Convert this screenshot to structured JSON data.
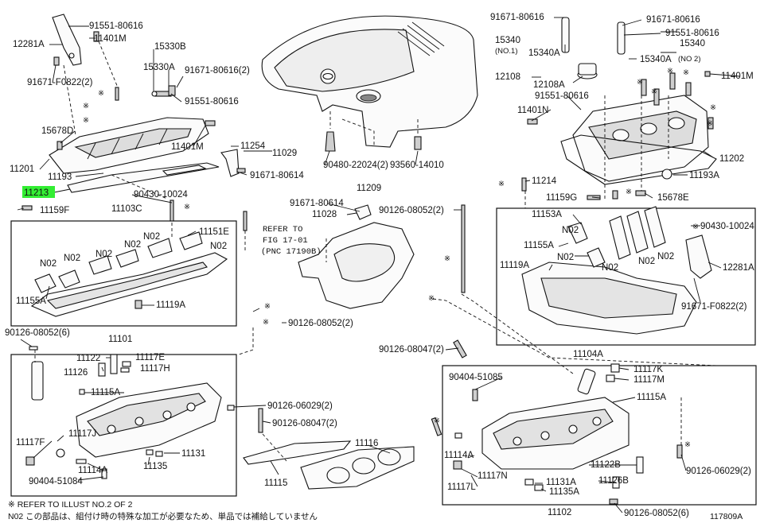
{
  "highlight": "11213",
  "highlight_color": "#33ee33",
  "labels": [
    {
      "id": "12281A-l",
      "text": "12281A"
    },
    {
      "id": "91551-80616-a",
      "text": "91551-80616"
    },
    {
      "id": "11401M-a",
      "text": "11401M"
    },
    {
      "id": "15330B",
      "text": "15330B"
    },
    {
      "id": "15330A",
      "text": "15330A"
    },
    {
      "id": "91671-80616-a",
      "text": "91671-80616(2)"
    },
    {
      "id": "91671-F0822-l",
      "text": "91671-F0822(2)"
    },
    {
      "id": "91551-80616-b",
      "text": "91551-80616"
    },
    {
      "id": "15678D",
      "text": "15678D"
    },
    {
      "id": "11401M-b",
      "text": "11401M"
    },
    {
      "id": "11254",
      "text": "11254"
    },
    {
      "id": "11029",
      "text": "11029"
    },
    {
      "id": "11201",
      "text": "11201"
    },
    {
      "id": "11193",
      "text": "11193"
    },
    {
      "id": "91671-80614-a",
      "text": "91671-80614"
    },
    {
      "id": "11213",
      "text": "11213"
    },
    {
      "id": "90430-10024-a",
      "text": "90430-10024"
    },
    {
      "id": "11159F",
      "text": "11159F"
    },
    {
      "id": "11103C",
      "text": "11103C"
    },
    {
      "id": "11151E",
      "text": "11151E"
    },
    {
      "id": "N02-a",
      "text": "N02"
    },
    {
      "id": "N02-b",
      "text": "N02"
    },
    {
      "id": "N02-c",
      "text": "N02"
    },
    {
      "id": "N02-d",
      "text": "N02"
    },
    {
      "id": "N02-e",
      "text": "N02"
    },
    {
      "id": "N02-f",
      "text": "N02"
    },
    {
      "id": "11155A-l",
      "text": "11155A"
    },
    {
      "id": "11119A-l",
      "text": "11119A"
    },
    {
      "id": "90480-22024",
      "text": "90480-22024(2)"
    },
    {
      "id": "93560-14010",
      "text": "93560-14010"
    },
    {
      "id": "11209",
      "text": "11209"
    },
    {
      "id": "91671-80614-b",
      "text": "91671-80614"
    },
    {
      "id": "11028",
      "text": "11028"
    },
    {
      "id": "90126-08052-a",
      "text": "90126-08052(2)"
    },
    {
      "id": "90126-08052-b",
      "text": "90126-08052(6)"
    },
    {
      "id": "90126-08052-c",
      "text": "90126-08052(2)"
    },
    {
      "id": "11101",
      "text": "11101"
    },
    {
      "id": "11122",
      "text": "11122"
    },
    {
      "id": "11117E",
      "text": "11117E"
    },
    {
      "id": "11126-l",
      "text": "11126"
    },
    {
      "id": "11117H",
      "text": "11117H"
    },
    {
      "id": "11115A-l",
      "text": "11115A"
    },
    {
      "id": "11117J",
      "text": "11117J"
    },
    {
      "id": "11117F",
      "text": "11117F"
    },
    {
      "id": "11131-l",
      "text": "11131"
    },
    {
      "id": "11114A-l",
      "text": "11114A"
    },
    {
      "id": "11135-l",
      "text": "11135"
    },
    {
      "id": "90404-51084",
      "text": "90404-51084"
    },
    {
      "id": "90126-06029-a",
      "text": "90126-06029(2)"
    },
    {
      "id": "90126-08047-a",
      "text": "90126-08047(2)"
    },
    {
      "id": "11116",
      "text": "11116"
    },
    {
      "id": "11115",
      "text": "11115"
    },
    {
      "id": "90126-08047-b",
      "text": "90126-08047(2)"
    },
    {
      "id": "91671-80616-r1",
      "text": "91671-80616"
    },
    {
      "id": "91671-80616-r2",
      "text": "91671-80616"
    },
    {
      "id": "91551-80616-r",
      "text": "91551-80616"
    },
    {
      "id": "15340-1",
      "text": "15340"
    },
    {
      "id": "no1",
      "text": "(NO.1)"
    },
    {
      "id": "15340A-a",
      "text": "15340A"
    },
    {
      "id": "15340-2",
      "text": "15340"
    },
    {
      "id": "no2",
      "text": "(NO 2)"
    },
    {
      "id": "15340A-b",
      "text": "15340A"
    },
    {
      "id": "12108",
      "text": "12108"
    },
    {
      "id": "12108A",
      "text": "12108A"
    },
    {
      "id": "11401M-r",
      "text": "11401M"
    },
    {
      "id": "91551-80616-r2",
      "text": "91551-80616"
    },
    {
      "id": "11401N",
      "text": "11401N"
    },
    {
      "id": "11202",
      "text": "11202"
    },
    {
      "id": "11193A",
      "text": "11193A"
    },
    {
      "id": "11214",
      "text": "11214"
    },
    {
      "id": "11159G",
      "text": "11159G"
    },
    {
      "id": "15678E",
      "text": "15678E"
    },
    {
      "id": "11153A",
      "text": "11153A"
    },
    {
      "id": "N02-r1",
      "text": "N02"
    },
    {
      "id": "11155A-r",
      "text": "11155A"
    },
    {
      "id": "N02-r2",
      "text": "N02"
    },
    {
      "id": "11119A-r",
      "text": "11119A"
    },
    {
      "id": "N02-r3",
      "text": "N02"
    },
    {
      "id": "N02-r4",
      "text": "N02"
    },
    {
      "id": "N02-r5",
      "text": "N02"
    },
    {
      "id": "90430-10024-r",
      "text": "90430-10024"
    },
    {
      "id": "12281A-r",
      "text": "12281A"
    },
    {
      "id": "91671-F0822-r",
      "text": "91671-F0822(2)"
    },
    {
      "id": "11104A",
      "text": "11104A"
    },
    {
      "id": "90404-51085",
      "text": "90404-51085"
    },
    {
      "id": "11117K",
      "text": "11117K"
    },
    {
      "id": "11117M",
      "text": "11117M"
    },
    {
      "id": "11115A-r",
      "text": "11115A"
    },
    {
      "id": "11114A-r",
      "text": "11114A"
    },
    {
      "id": "11117N",
      "text": "11117N"
    },
    {
      "id": "11117L",
      "text": "11117L"
    },
    {
      "id": "11131A",
      "text": "11131A"
    },
    {
      "id": "11135A",
      "text": "11135A"
    },
    {
      "id": "11122B",
      "text": "11122B"
    },
    {
      "id": "11126B",
      "text": "11126B"
    },
    {
      "id": "90126-06029-r",
      "text": "90126-06029(2)"
    },
    {
      "id": "11102",
      "text": "11102"
    },
    {
      "id": "90126-08052-r",
      "text": "90126-08052(6)"
    }
  ],
  "refer_note": {
    "line1": "REFER TO",
    "line2": "FIG 17-01",
    "line3": "(PNC 17190B)"
  },
  "footnotes": {
    "line1": "※ REFER TO ILLUST NO.2 OF 2",
    "line2": "N02 この部品は、組付け時の特殊な加工が必要なため、単品では補給していません",
    "illust_no": "117809A"
  }
}
